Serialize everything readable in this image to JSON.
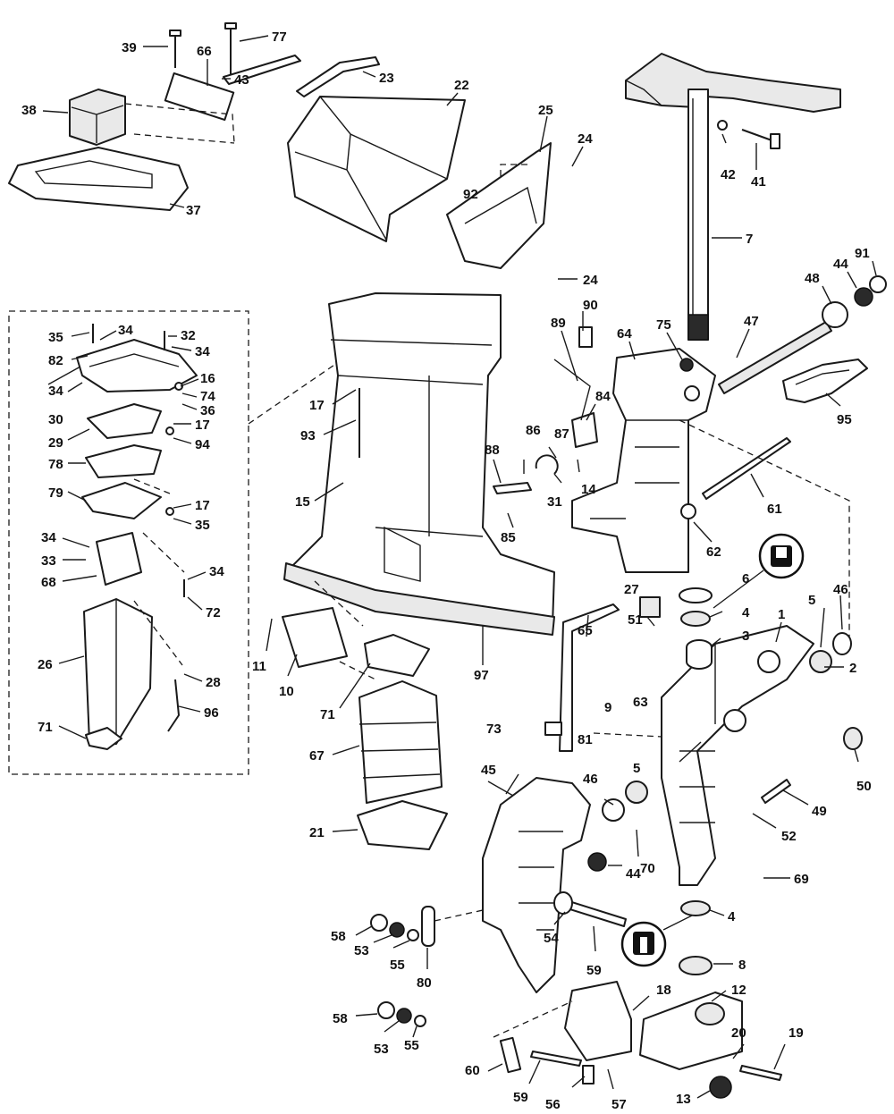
{
  "callouts": [
    {
      "id": "39",
      "text": "39"
    },
    {
      "id": "66",
      "text": "66"
    },
    {
      "id": "77",
      "text": "77"
    },
    {
      "id": "43",
      "text": "43"
    },
    {
      "id": "38",
      "text": "38"
    },
    {
      "id": "37",
      "text": "37"
    },
    {
      "id": "23",
      "text": "23"
    },
    {
      "id": "22",
      "text": "22"
    },
    {
      "id": "25",
      "text": "25"
    },
    {
      "id": "24a",
      "text": "24"
    },
    {
      "id": "92",
      "text": "92"
    },
    {
      "id": "24b",
      "text": "24"
    },
    {
      "id": "42",
      "text": "42"
    },
    {
      "id": "41",
      "text": "41"
    },
    {
      "id": "7",
      "text": "7"
    },
    {
      "id": "91",
      "text": "91"
    },
    {
      "id": "44a",
      "text": "44"
    },
    {
      "id": "48",
      "text": "48"
    },
    {
      "id": "47",
      "text": "47"
    },
    {
      "id": "95",
      "text": "95"
    },
    {
      "id": "90",
      "text": "90"
    },
    {
      "id": "89",
      "text": "89"
    },
    {
      "id": "64",
      "text": "64"
    },
    {
      "id": "75",
      "text": "75"
    },
    {
      "id": "84",
      "text": "84"
    },
    {
      "id": "86",
      "text": "86"
    },
    {
      "id": "87",
      "text": "87"
    },
    {
      "id": "88",
      "text": "88"
    },
    {
      "id": "31",
      "text": "31"
    },
    {
      "id": "14",
      "text": "14"
    },
    {
      "id": "85",
      "text": "85"
    },
    {
      "id": "61",
      "text": "61"
    },
    {
      "id": "62",
      "text": "62"
    },
    {
      "id": "6",
      "text": "6"
    },
    {
      "id": "27",
      "text": "27"
    },
    {
      "id": "4a",
      "text": "4"
    },
    {
      "id": "5a",
      "text": "5"
    },
    {
      "id": "46a",
      "text": "46"
    },
    {
      "id": "1",
      "text": "1"
    },
    {
      "id": "3",
      "text": "3"
    },
    {
      "id": "51",
      "text": "51"
    },
    {
      "id": "65",
      "text": "65"
    },
    {
      "id": "2",
      "text": "2"
    },
    {
      "id": "63",
      "text": "63"
    },
    {
      "id": "73",
      "text": "73"
    },
    {
      "id": "81",
      "text": "81"
    },
    {
      "id": "9",
      "text": "9"
    },
    {
      "id": "50",
      "text": "50"
    },
    {
      "id": "45",
      "text": "45"
    },
    {
      "id": "46b",
      "text": "46"
    },
    {
      "id": "5b",
      "text": "5"
    },
    {
      "id": "49",
      "text": "49"
    },
    {
      "id": "52",
      "text": "52"
    },
    {
      "id": "70",
      "text": "70"
    },
    {
      "id": "69",
      "text": "69"
    },
    {
      "id": "44b",
      "text": "44"
    },
    {
      "id": "4b",
      "text": "4"
    },
    {
      "id": "8",
      "text": "8"
    },
    {
      "id": "58a",
      "text": "58"
    },
    {
      "id": "53a",
      "text": "53"
    },
    {
      "id": "55a",
      "text": "55"
    },
    {
      "id": "80",
      "text": "80"
    },
    {
      "id": "54",
      "text": "54"
    },
    {
      "id": "59a",
      "text": "59"
    },
    {
      "id": "18",
      "text": "18"
    },
    {
      "id": "12",
      "text": "12"
    },
    {
      "id": "58b",
      "text": "58"
    },
    {
      "id": "53b",
      "text": "53"
    },
    {
      "id": "55b",
      "text": "55"
    },
    {
      "id": "20",
      "text": "20"
    },
    {
      "id": "19",
      "text": "19"
    },
    {
      "id": "60",
      "text": "60"
    },
    {
      "id": "59b",
      "text": "59"
    },
    {
      "id": "56",
      "text": "56"
    },
    {
      "id": "57",
      "text": "57"
    },
    {
      "id": "13",
      "text": "13"
    },
    {
      "id": "35a",
      "text": "35"
    },
    {
      "id": "34a",
      "text": "34"
    },
    {
      "id": "32",
      "text": "32"
    },
    {
      "id": "34b",
      "text": "34"
    },
    {
      "id": "82",
      "text": "82"
    },
    {
      "id": "34c",
      "text": "34"
    },
    {
      "id": "16",
      "text": "16"
    },
    {
      "id": "74",
      "text": "74"
    },
    {
      "id": "36",
      "text": "36"
    },
    {
      "id": "30",
      "text": "30"
    },
    {
      "id": "17a",
      "text": "17"
    },
    {
      "id": "29",
      "text": "29"
    },
    {
      "id": "94",
      "text": "94"
    },
    {
      "id": "78",
      "text": "78"
    },
    {
      "id": "79",
      "text": "79"
    },
    {
      "id": "17b",
      "text": "17"
    },
    {
      "id": "35b",
      "text": "35"
    },
    {
      "id": "34d",
      "text": "34"
    },
    {
      "id": "33",
      "text": "33"
    },
    {
      "id": "68",
      "text": "68"
    },
    {
      "id": "34e",
      "text": "34"
    },
    {
      "id": "72",
      "text": "72"
    },
    {
      "id": "26",
      "text": "26"
    },
    {
      "id": "28",
      "text": "28"
    },
    {
      "id": "96",
      "text": "96"
    },
    {
      "id": "71a",
      "text": "71"
    },
    {
      "id": "17c",
      "text": "17"
    },
    {
      "id": "93",
      "text": "93"
    },
    {
      "id": "15",
      "text": "15"
    },
    {
      "id": "11",
      "text": "11"
    },
    {
      "id": "10",
      "text": "10"
    },
    {
      "id": "71b",
      "text": "71"
    },
    {
      "id": "97",
      "text": "97"
    },
    {
      "id": "67",
      "text": "67"
    },
    {
      "id": "21",
      "text": "21"
    }
  ],
  "symbols": {
    "sealant_icon": "grease-tube-symbol",
    "locking_icon": "adhesive-bottle-symbol"
  }
}
